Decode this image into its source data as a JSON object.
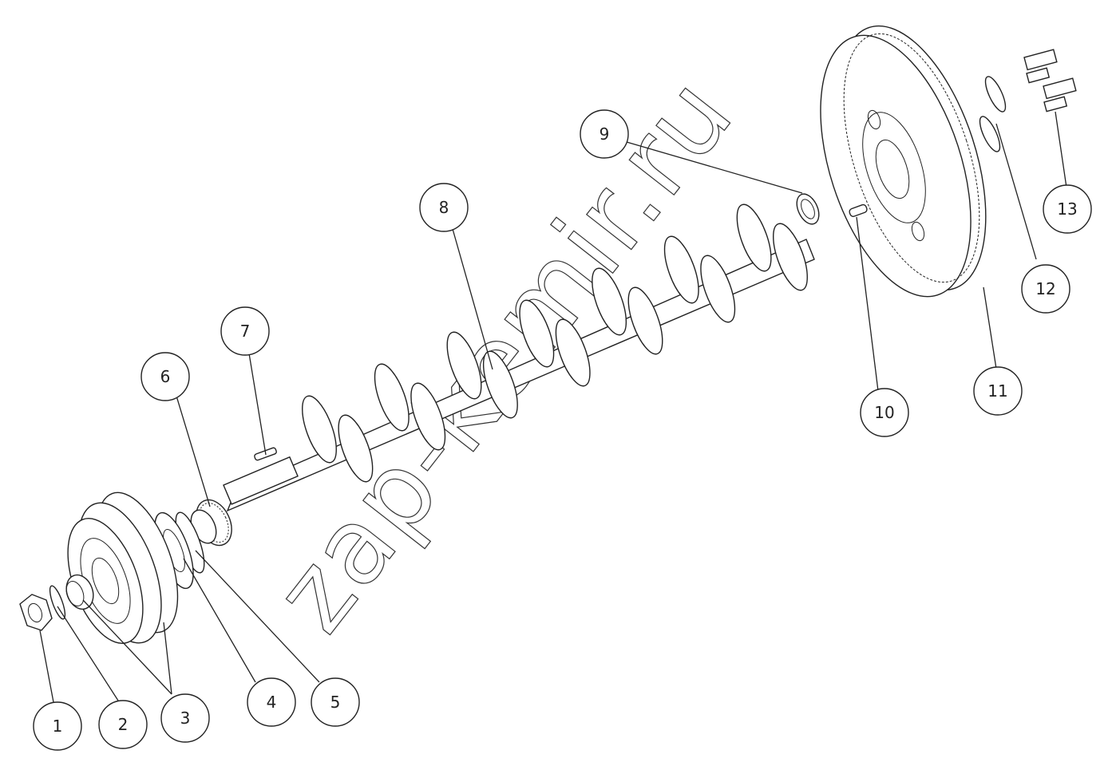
{
  "diagram": {
    "callouts": [
      {
        "id": "1",
        "label": "1"
      },
      {
        "id": "2",
        "label": "2"
      },
      {
        "id": "3",
        "label": "3"
      },
      {
        "id": "4",
        "label": "4"
      },
      {
        "id": "5",
        "label": "5"
      },
      {
        "id": "6",
        "label": "6"
      },
      {
        "id": "7",
        "label": "7"
      },
      {
        "id": "8",
        "label": "8"
      },
      {
        "id": "9",
        "label": "9"
      },
      {
        "id": "10",
        "label": "10"
      },
      {
        "id": "11",
        "label": "11"
      },
      {
        "id": "12",
        "label": "12"
      },
      {
        "id": "13",
        "label": "13"
      }
    ],
    "watermark": "zap-kemir.ru"
  }
}
